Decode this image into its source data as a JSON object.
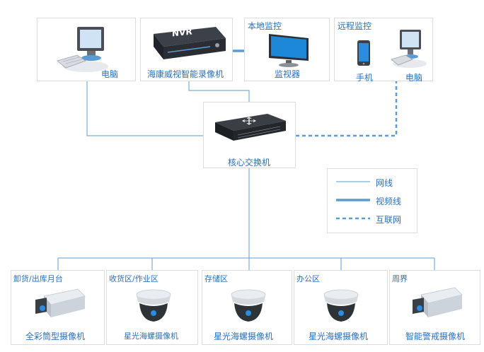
{
  "top": {
    "pc_label": "电脑",
    "nvr_label": "海康威视智能录像机",
    "nvr_badge": "NVR",
    "local_title": "本地监控",
    "monitor_label": "监视器",
    "remote_title": "远程监控",
    "phone_label": "手机",
    "remote_pc_label": "电脑"
  },
  "core": {
    "label": "核心交换机"
  },
  "legend": {
    "items": [
      {
        "label": "网线",
        "style": "thin"
      },
      {
        "label": "视频线",
        "style": "thick"
      },
      {
        "label": "互联网",
        "style": "dashed"
      }
    ]
  },
  "zones": [
    {
      "zone": "卸货/出库月台",
      "camera": "全彩筒型摄像机",
      "icon": "bullet-camera-icon"
    },
    {
      "zone": "收货区/作业区",
      "camera": "星光海螺摄像机",
      "icon": "dome-camera-icon"
    },
    {
      "zone": "存储区",
      "camera": "星光海螺摄像机",
      "icon": "dome-camera-icon"
    },
    {
      "zone": "办公区",
      "camera": "星光海螺摄像机",
      "icon": "dome-camera-icon"
    },
    {
      "zone": "周界",
      "camera": "智能警戒摄像机",
      "icon": "bullet-camera-icon"
    }
  ],
  "colors": {
    "line": "#5b9bd5",
    "text": "#2a6fb5",
    "border": "#dcdcdc"
  }
}
